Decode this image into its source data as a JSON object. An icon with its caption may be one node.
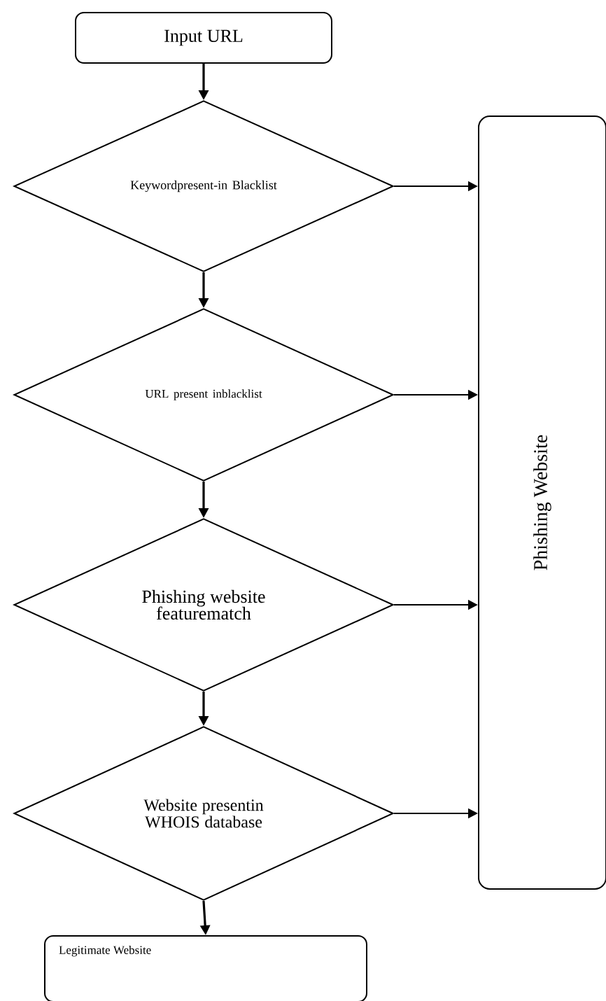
{
  "diagram": {
    "nodes": [
      {
        "text": [
          "Input URL"
        ]
      },
      {
        "text": [
          "Keywordpresent-in Blacklist"
        ]
      },
      {
        "text": [
          "URL present inblacklist"
        ]
      },
      {
        "text": [
          "Phishing website featurematch"
        ]
      },
      {
        "text": [
          "Website presentin WHOIS database"
        ]
      },
      {
        "text": [
          "Phishing Website"
        ]
      },
      {
        "text": [
          "Legitimate Website"
        ]
      }
    ],
    "edges": [
      {
        "from": 0,
        "to": 1,
        "arrow": "to"
      },
      {
        "from": 1,
        "to": 2,
        "arrow": "to"
      },
      {
        "from": 2,
        "to": 3,
        "arrow": "to"
      },
      {
        "from": 3,
        "to": 4,
        "arrow": "to"
      },
      {
        "from": 4,
        "to": 6,
        "arrow": "to"
      },
      {
        "from": 1,
        "to": 5,
        "arrow": "to"
      },
      {
        "from": 2,
        "to": 5,
        "arrow": "to"
      },
      {
        "from": 3,
        "to": 5,
        "arrow": "to"
      },
      {
        "from": 4,
        "to": 5,
        "arrow": "to"
      }
    ]
  }
}
